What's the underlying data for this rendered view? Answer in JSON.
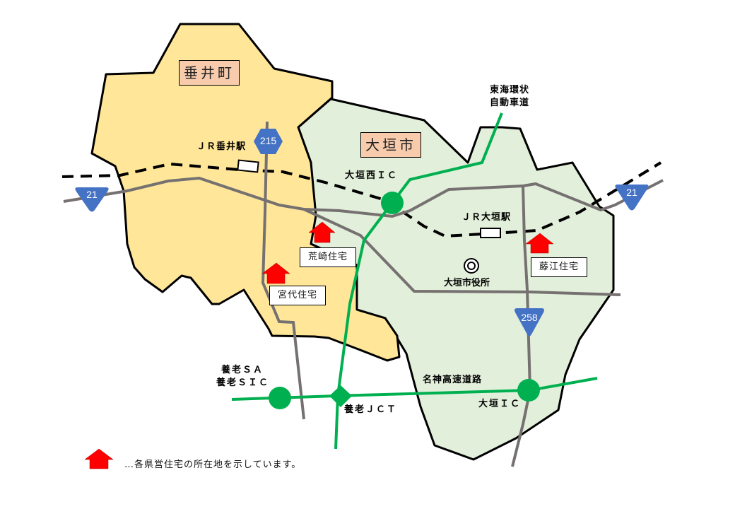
{
  "areas": {
    "tarui": {
      "name": "垂井町",
      "fill": "#ffe699"
    },
    "ogaki": {
      "name": "大垣市",
      "fill": "#e2efda"
    }
  },
  "colors": {
    "expressway": "#00b050",
    "road": "#767171",
    "shield": "#4472c4",
    "house": "#ff0000",
    "label_fill": "#f8cbad"
  },
  "expressways": {
    "tokai_kanjo": "東海環状\n自動車道",
    "tokai_kanjo_line1": "東海環状",
    "tokai_kanjo_line2": "自動車道",
    "meishin": "名神高速道路"
  },
  "interchanges": {
    "ogaki_nishi_ic": "大垣西ＩＣ",
    "ogaki_ic": "大垣ＩＣ",
    "yoro_jct": "養老ＪＣＴ",
    "yoro_sa": "養老ＳＡ",
    "yoro_sic": "養老ＳＩＣ"
  },
  "stations": {
    "tarui": "ＪＲ垂井駅",
    "ogaki": "ＪＲ大垣駅"
  },
  "landmarks": {
    "city_hall": "大垣市役所"
  },
  "routes": {
    "r21_west": "21",
    "r21_east": "21",
    "r215": "215",
    "r258": "258"
  },
  "housing": [
    {
      "name": "荒崎住宅"
    },
    {
      "name": "宮代住宅"
    },
    {
      "name": "藤江住宅"
    }
  ],
  "legend": {
    "text": "…各県営住宅の所在地を示しています。"
  }
}
